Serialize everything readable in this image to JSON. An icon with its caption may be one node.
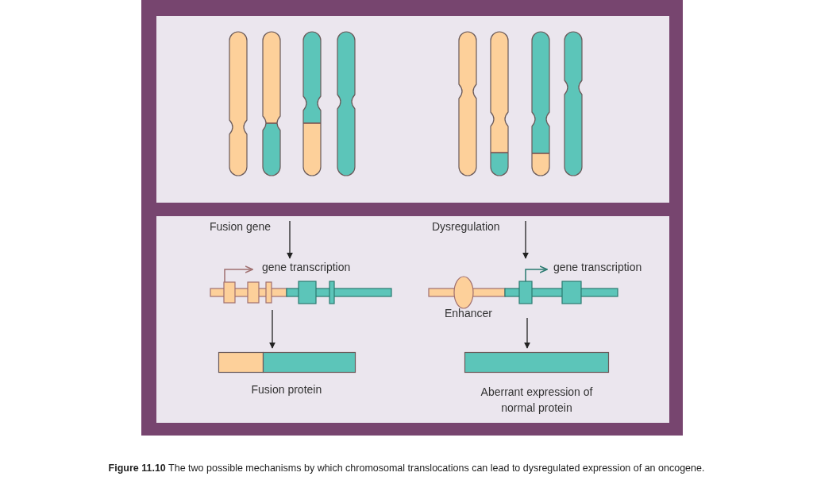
{
  "diagram": {
    "caption": "**Figure 11.10** The two possible mechanisms by which chromosomal translocations can lead to dysregulated expression of an oncogene.",
    "nodes": [
      {
        "text": [],
        "shape": "picture",
        "beside": [
          "gene transcription"
        ]
      },
      {
        "text": [],
        "shape": "bar",
        "beside": [
          "Fusion protein"
        ]
      },
      {
        "text": [],
        "shape": "picture",
        "beside": [
          "gene transcription",
          "Enhancer"
        ]
      },
      {
        "text": [],
        "shape": "bar",
        "beside": [
          "Aberrant expression of normal protein"
        ]
      }
    ],
    "edges": [
      {
        "from": null,
        "to": 0,
        "arrow": "to",
        "label": "Fusion gene"
      },
      {
        "from": 0,
        "to": 1,
        "arrow": "to"
      },
      {
        "from": null,
        "to": 2,
        "arrow": "to",
        "label": "Dysregulation"
      },
      {
        "from": 2,
        "to": 3,
        "arrow": "to"
      }
    ]
  }
}
